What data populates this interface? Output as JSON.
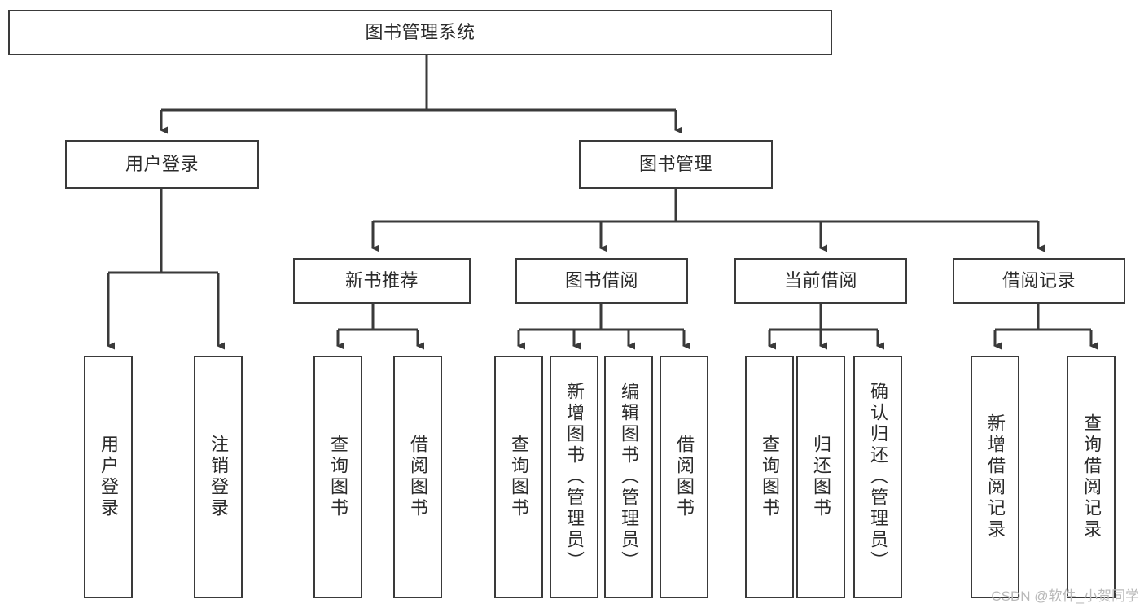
{
  "diagram": {
    "type": "hierarchy-tree",
    "title": "图书管理系统",
    "watermark": "CSDN @软件_小贺同学",
    "colors": {
      "box_border": "#3a3a3a",
      "box_fill": "#ffffff",
      "connector": "#3a3a3a",
      "text": "#2b2b2b",
      "watermark": "#b9b9b9",
      "background": "#ffffff"
    },
    "nodes": {
      "root": {
        "label": "图书管理系统"
      },
      "level1": [
        {
          "label": "用户登录"
        },
        {
          "label": "图书管理"
        }
      ],
      "level2": [
        {
          "label": "新书推荐"
        },
        {
          "label": "图书借阅"
        },
        {
          "label": "当前借阅"
        },
        {
          "label": "借阅记录"
        }
      ],
      "leaves": {
        "user_login": [
          {
            "label": "用户登录"
          },
          {
            "label": "注销登录"
          }
        ],
        "new_book_recommend": [
          {
            "label": "查询图书"
          },
          {
            "label": "借阅图书"
          }
        ],
        "book_borrow": [
          {
            "label": "查询图书"
          },
          {
            "label": "新增图书（管理员）"
          },
          {
            "label": "编辑图书（管理员）"
          },
          {
            "label": "借阅图书"
          }
        ],
        "current_borrow": [
          {
            "label": "查询图书"
          },
          {
            "label": "归还图书"
          },
          {
            "label": "确认归还（管理员）"
          }
        ],
        "borrow_record": [
          {
            "label": "新增借阅记录"
          },
          {
            "label": "查询借阅记录"
          }
        ]
      }
    }
  }
}
